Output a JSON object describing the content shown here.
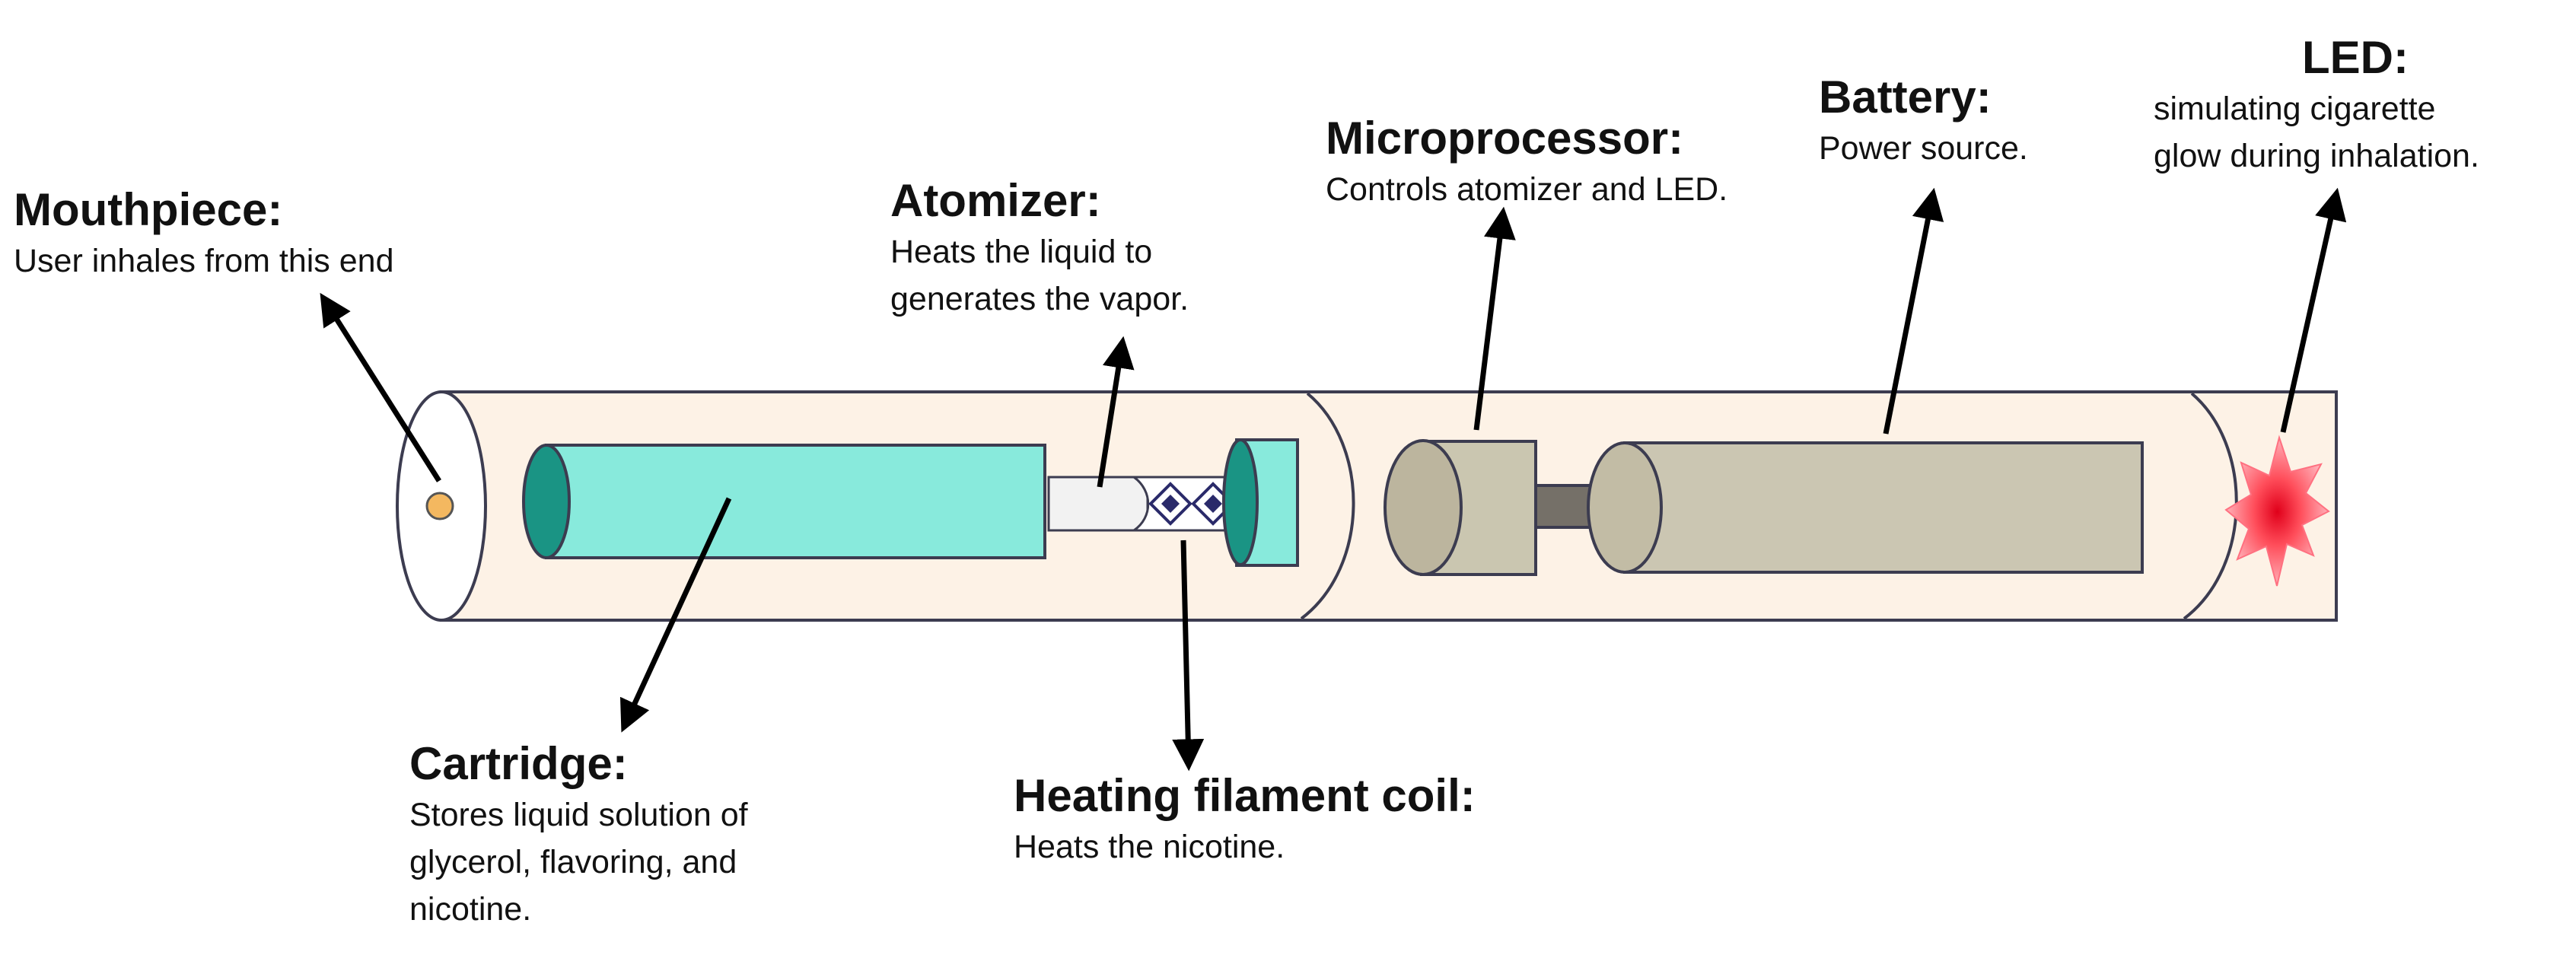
{
  "colors": {
    "tube_fill": "#fdf2e6",
    "tube_stroke": "#3c3c50",
    "cartridge_fill": "#88eadc",
    "cartridge_end": "#1a9484",
    "battery_fill": "#cbc6b2",
    "processor_fill": "#cac6b0",
    "connector_fill": "#757068",
    "led_glow": "#ff4040",
    "mouth_dot": "#f4b860",
    "arrow": "#000000"
  },
  "labels": {
    "mouthpiece": {
      "title": "Mouthpiece:",
      "desc": "User inhales from this end",
      "icon": "mouthpiece-icon"
    },
    "atomizer": {
      "title": "Atomizer:",
      "desc": "Heats the liquid to\ngenerates the vapor.",
      "icon": "atomizer-icon"
    },
    "microprocessor": {
      "title": "Microprocessor:",
      "desc": "Controls atomizer and LED.",
      "icon": "microprocessor-icon"
    },
    "battery": {
      "title": "Battery:",
      "desc": "Power source.",
      "icon": "battery-icon"
    },
    "led": {
      "title": "LED:",
      "desc": "simulating cigarette\nglow during inhalation.",
      "icon": "led-icon"
    },
    "cartridge": {
      "title": "Cartridge:",
      "desc": "Stores liquid solution of\nglycerol, flavoring, and\nnicotine.",
      "icon": "cartridge-icon"
    },
    "heating_coil": {
      "title": "Heating filament coil:",
      "desc": "Heats the nicotine.",
      "icon": "heating-coil-icon"
    }
  }
}
